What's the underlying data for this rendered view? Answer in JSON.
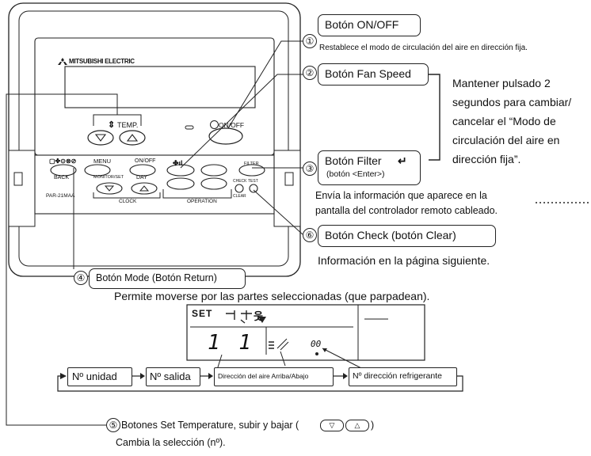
{
  "remote": {
    "brand": "MITSUBISHI ELECTRIC",
    "model": "PAR-21MAA",
    "temp_label": "TEMP.",
    "onoff_label": "ON/OFF",
    "menu_label": "MENU",
    "on_off_small": "ON/OFF",
    "back_label": "BACK",
    "day_label": "DAY",
    "monitor_set_label": "MONITOR/SET",
    "clock_label": "CLOCK",
    "operation_label": "OPERATION",
    "filter_label": "FILTER",
    "check_label": "CHECK",
    "test_label": "TEST",
    "clear_label": "CLEAR"
  },
  "callouts": {
    "c1": {
      "num": "①",
      "title": "Botón ON/OFF",
      "desc": "Restablece el modo de circulación del aire en dirección fija."
    },
    "c2": {
      "num": "②",
      "title": "Botón Fan Speed"
    },
    "c2_note": [
      "Mantener pulsado 2",
      "segundos para cambiar/",
      "cancelar el “Modo de",
      "circulación del aire en",
      "dirección fija”."
    ],
    "c3": {
      "num": "③",
      "title": "Botón Filter",
      "sub": "(botón <Enter>)",
      "desc1": "Envía la información que aparece en la",
      "desc2": "pantalla del controlador remoto cableado."
    },
    "c6": {
      "num": "⑥",
      "title": "Botón Check (botón Clear)",
      "desc": "Información en la página siguiente."
    },
    "c4": {
      "num": "④",
      "title": "Botón Mode (Botón Return)",
      "desc": "Permite moverse por las partes seleccionadas (que parpadean)."
    },
    "c5": {
      "num": "⑤",
      "title": "Botones Set Temperature, subir y bajar (",
      "title_end": ")",
      "desc": "Cambia la selección (nº)."
    }
  },
  "display": {
    "set_label": "SET",
    "unit_digits": "1 1",
    "ref_digits": "00"
  },
  "flow": [
    "Nº unidad",
    "Nº salida",
    "Dirección del aire Arriba/Abajo",
    "Nº dirección refrigerante"
  ]
}
